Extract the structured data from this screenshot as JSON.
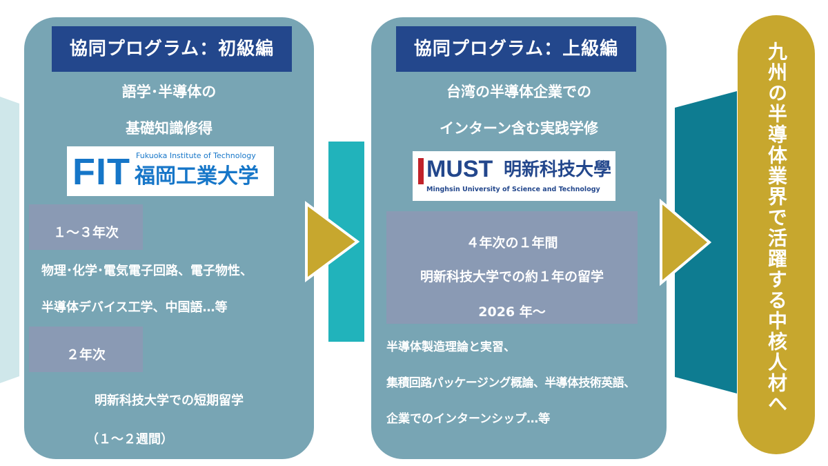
{
  "beginner": {
    "header": "協同プログラム：初級編",
    "subtitle_line1": "語学･半導体の",
    "subtitle_line2": "基礎知識修得",
    "logo_small": "Fukuoka Institute of Technology",
    "logo_abbr": "FIT",
    "logo_name": "福岡工業大学",
    "year1_label": "１～３年次",
    "year1_line1": "物理･化学･電気電子回路、電子物性、",
    "year1_line2": "半導体デバイス工学、中国語…等",
    "year2_label": "２年次",
    "year2_line1": "明新科技大学での短期留学",
    "year2_line2": "（１～２週間）"
  },
  "advanced": {
    "header": "協同プログラム：上級編",
    "subtitle_line1": "台湾の半導体企業での",
    "subtitle_line2": "インターン含む実践学修",
    "logo_abbr": "MUST",
    "logo_name": "明新科技大學",
    "logo_small": "Minghsin University of Science and Technology",
    "box_line1": "４年次の１年間",
    "box_line2": "明新科技大学での約１年の留学",
    "box_line3": "2026 年～",
    "detail_line1": "半導体製造理論と実習、",
    "detail_line2": "集積回路パッケージング概論、半導体技術英語、",
    "detail_line3": "企業でのインターンシップ…等"
  },
  "goal": {
    "text": "九州の半導体業界で活躍する中核人材へ"
  },
  "colors": {
    "panel": "#78a5b4",
    "header": "#23478c",
    "gold": "#c7a72e",
    "teal": "#21b3bb",
    "deep_teal": "#0e7c91",
    "box": "#8a9ab4"
  }
}
